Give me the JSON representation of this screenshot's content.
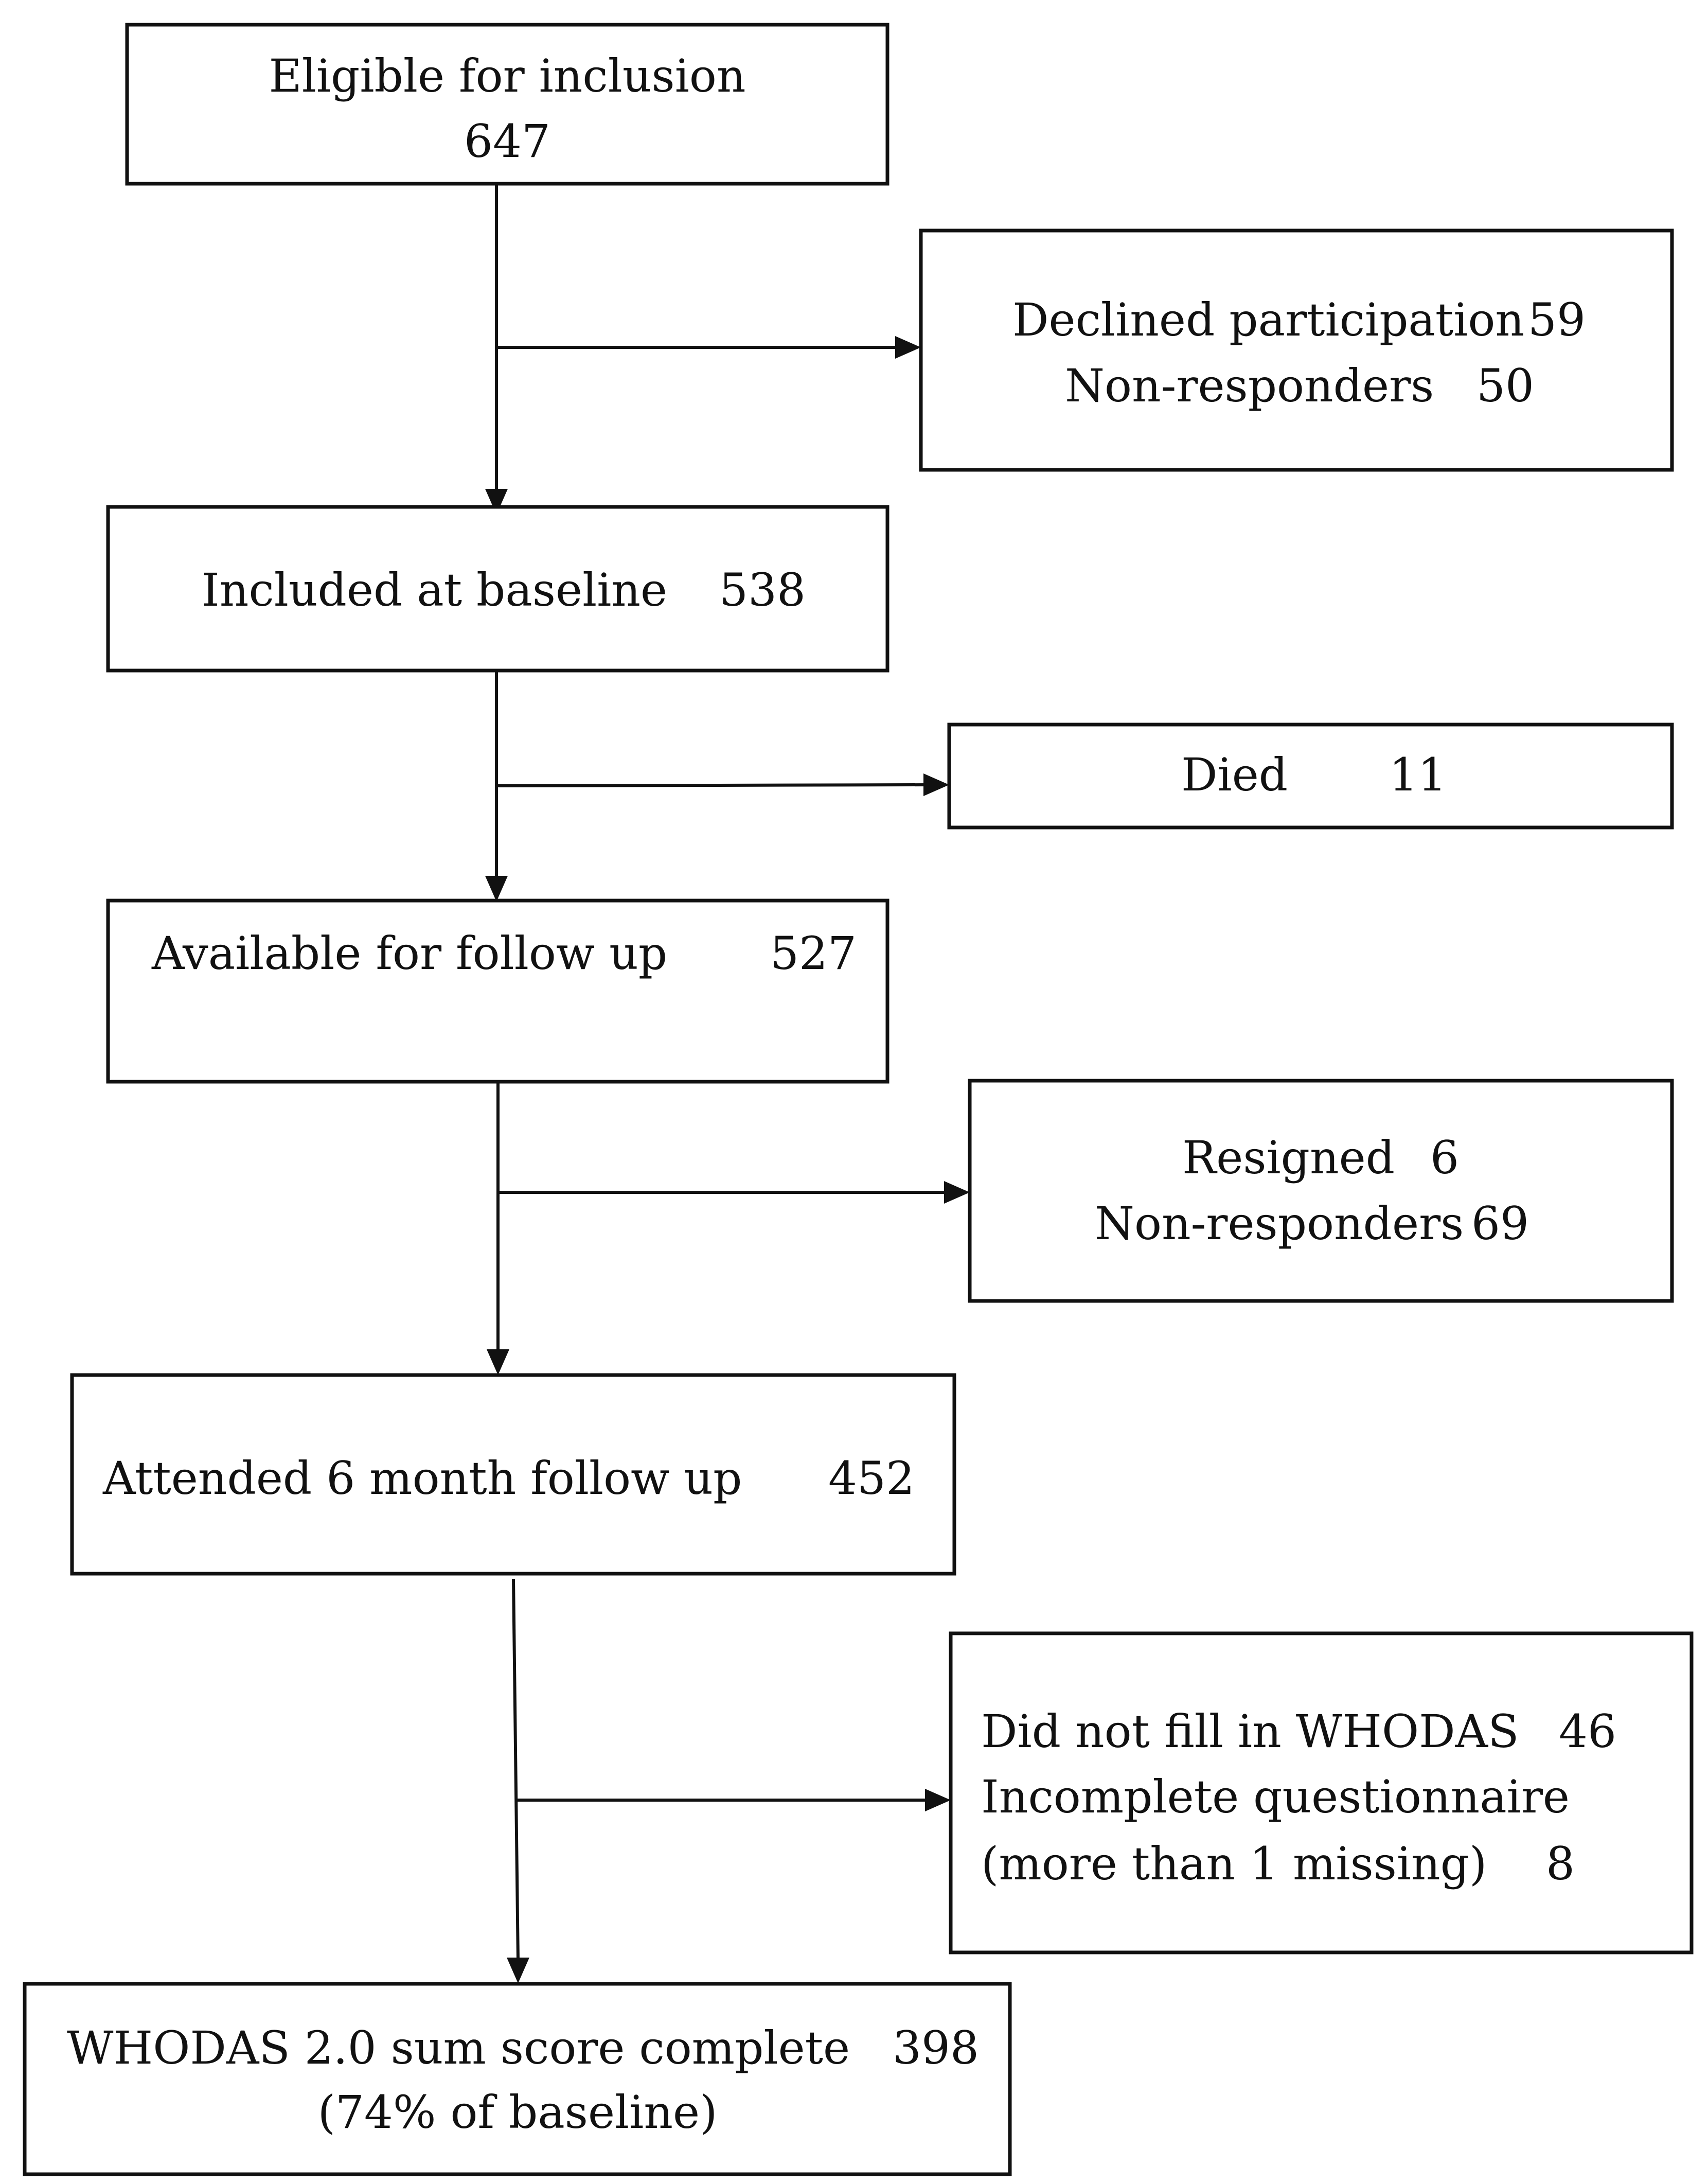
{
  "boxes": {
    "eligible": {
      "label": "Eligible for inclusion",
      "count": "647"
    },
    "excluded_baseline": {
      "declined_label": "Declined participation",
      "declined_count": "59",
      "nonresp_label": "Non-responders",
      "nonresp_count": "50"
    },
    "included": {
      "label": "Included at baseline",
      "count": "538"
    },
    "died": {
      "label": "Died",
      "count": "11"
    },
    "available": {
      "label": "Available for follow up",
      "count": "527"
    },
    "excluded_followup": {
      "resigned_label": "Resigned",
      "resigned_count": "6",
      "nonresp_label": "Non-responders",
      "nonresp_count": "69"
    },
    "attended": {
      "label": "Attended 6 month follow up",
      "count": "452"
    },
    "excluded_whodas": {
      "line1_label": "Did not fill in WHODAS",
      "line1_count": "46",
      "line2_label": "Incomplete questionnaire",
      "line3_label": "(more than 1 missing)",
      "line3_count": "8"
    },
    "complete": {
      "label": "WHODAS 2.0 sum score complete",
      "count": "398",
      "note": "(74% of baseline)"
    }
  },
  "colors": {
    "stroke": "#111111",
    "background": "#ffffff"
  }
}
